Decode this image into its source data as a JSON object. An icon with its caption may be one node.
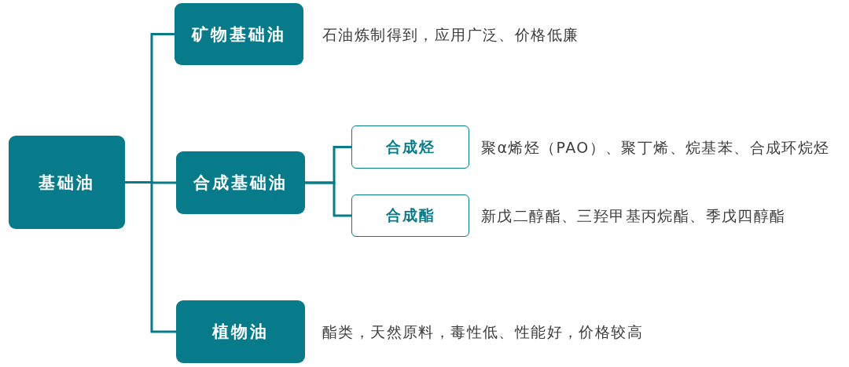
{
  "diagram": {
    "nodes": [
      {
        "text": [
          "基础油"
        ]
      },
      {
        "text": [
          "矿物基础油"
        ],
        "beside": [
          "石油炼制得到，应用广泛、价格低廉"
        ]
      },
      {
        "text": [
          "合成基础油"
        ]
      },
      {
        "text": [
          "合成烃"
        ],
        "beside": [
          "聚α烯烃（PAO）、聚丁烯、烷基苯、合成环烷烃"
        ]
      },
      {
        "text": [
          "合成酯"
        ],
        "beside": [
          "新戊二醇酯、三羟甲基丙烷酯、季戊四醇酯"
        ]
      },
      {
        "text": [
          "植物油"
        ],
        "beside": [
          "酯类，天然原料，毒性低、性能好，价格较高"
        ]
      }
    ],
    "edges": [
      {
        "from": 0,
        "to": 1,
        "arrow": "none"
      },
      {
        "from": 0,
        "to": 2,
        "arrow": "none"
      },
      {
        "from": 0,
        "to": 5,
        "arrow": "none"
      },
      {
        "from": 2,
        "to": 3,
        "arrow": "none"
      },
      {
        "from": 2,
        "to": 4,
        "arrow": "none"
      }
    ]
  }
}
